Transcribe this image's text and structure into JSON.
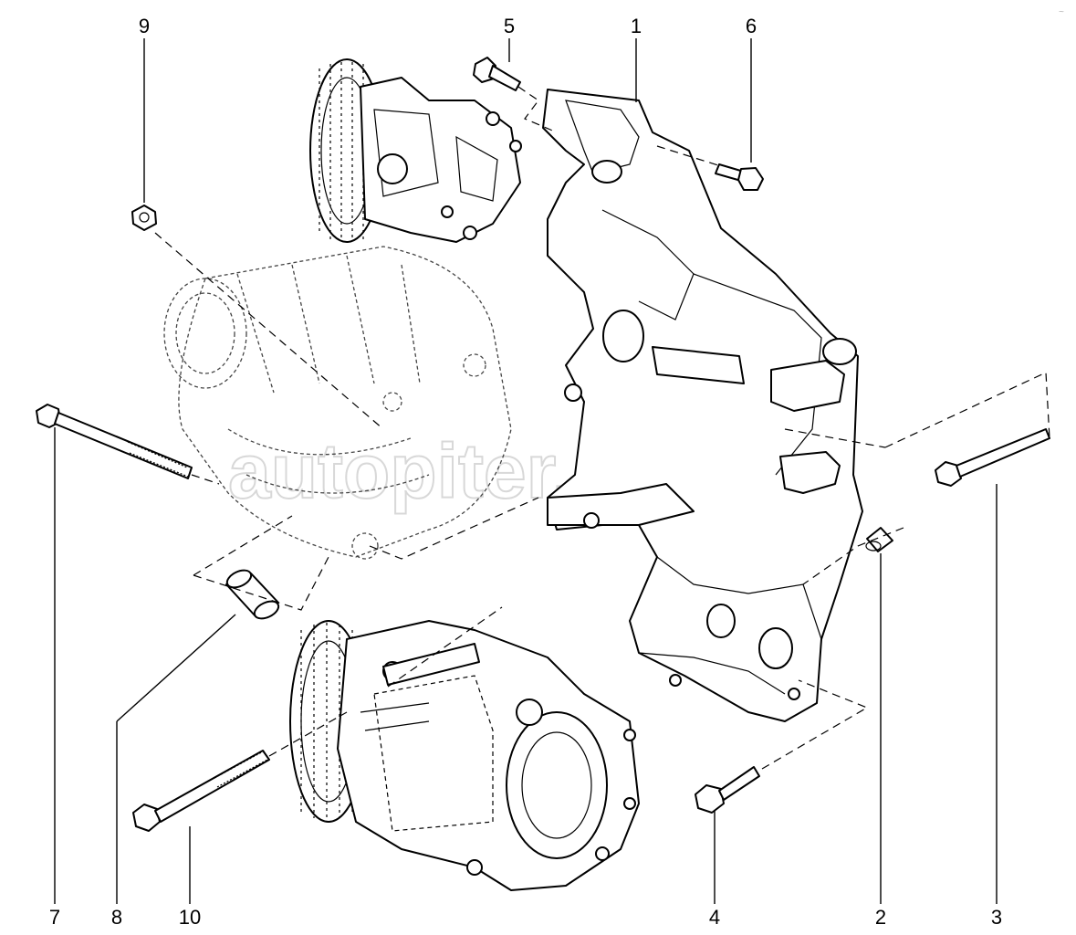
{
  "callouts": {
    "c1": "1",
    "c2": "2",
    "c3": "3",
    "c4": "4",
    "c5": "5",
    "c6": "6",
    "c7": "7",
    "c8": "8",
    "c9": "9",
    "c10": "10"
  },
  "watermark": "autopiter.ru",
  "corner_mark": "~"
}
